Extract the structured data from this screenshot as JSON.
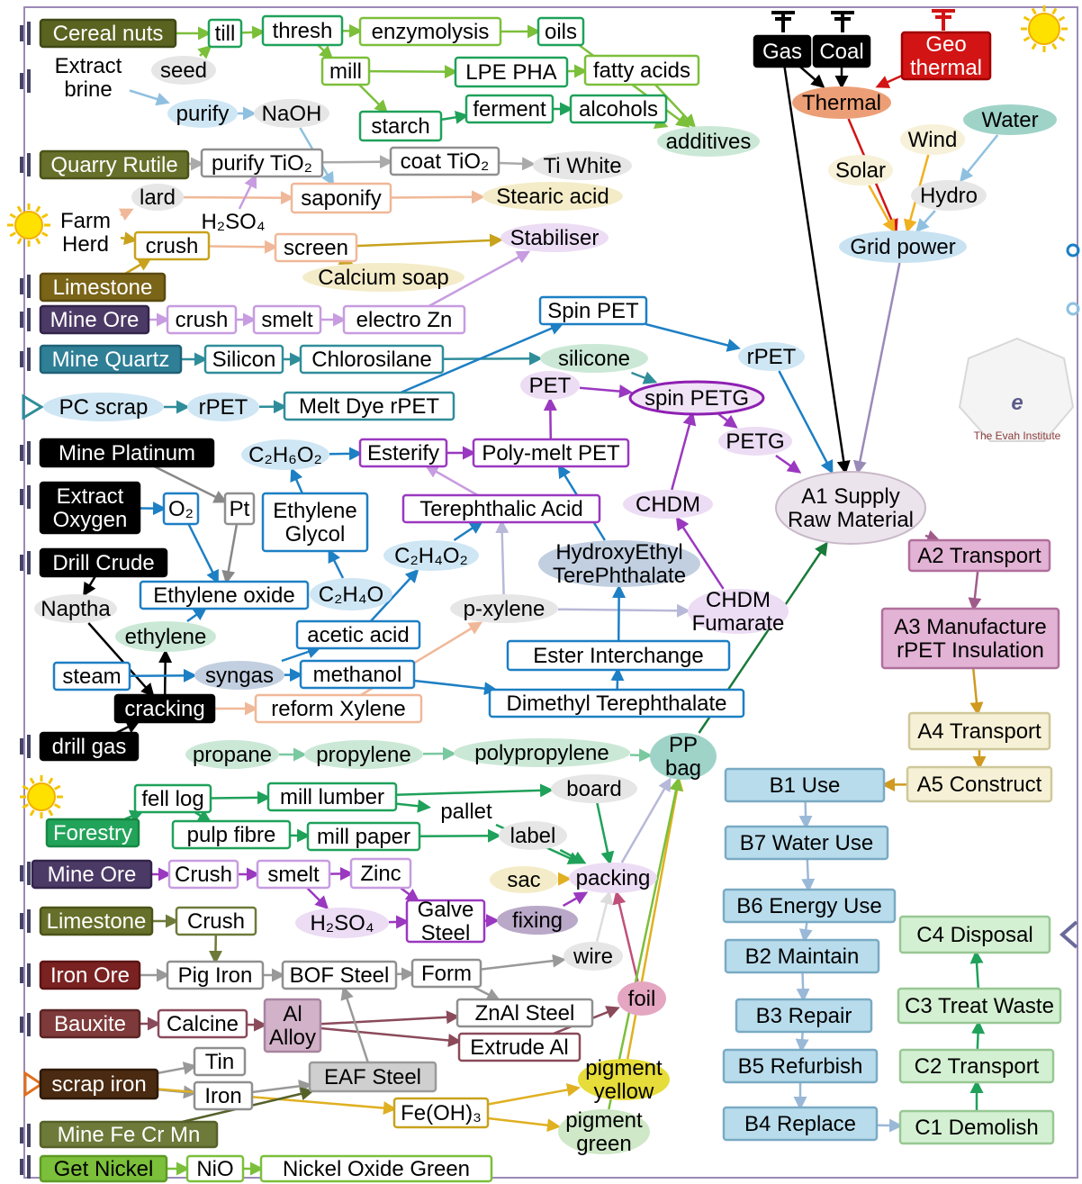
{
  "nodes": [
    {
      "id": "cereal",
      "label": "Cereal nuts",
      "style": "olive"
    },
    {
      "id": "till",
      "label": "till",
      "style": "bGreen"
    },
    {
      "id": "thresh",
      "label": "thresh",
      "style": "bGreen"
    },
    {
      "id": "enzym",
      "label": "enzymolysis",
      "style": "bLime"
    },
    {
      "id": "oils",
      "label": "oils",
      "style": "bGreen"
    },
    {
      "id": "extract_brine",
      "label": "Extract\nbrine",
      "style": "plain"
    },
    {
      "id": "seed",
      "label": "seed",
      "style": "ellGrey"
    },
    {
      "id": "mill",
      "label": "mill",
      "style": "bLime"
    },
    {
      "id": "lpepha",
      "label": "LPE PHA",
      "style": "bGreen"
    },
    {
      "id": "fatty",
      "label": "fatty acids",
      "style": "bLime"
    },
    {
      "id": "purify",
      "label": "purify",
      "style": "ellBlue"
    },
    {
      "id": "naoh",
      "label": "NaOH",
      "style": "ellGrey"
    },
    {
      "id": "starch",
      "label": "starch",
      "style": "bGreen"
    },
    {
      "id": "ferment",
      "label": "ferment",
      "style": "bGreen"
    },
    {
      "id": "alcohols",
      "label": "alcohols",
      "style": "bGreen"
    },
    {
      "id": "additives",
      "label": "additives",
      "style": "ellMint"
    },
    {
      "id": "quarry",
      "label": "Quarry Rutile",
      "style": "olive2"
    },
    {
      "id": "purifytio2",
      "label": "purify TiO₂",
      "style": "bGrey"
    },
    {
      "id": "coattio2",
      "label": "coat TiO₂",
      "style": "bGrey"
    },
    {
      "id": "tiwhite",
      "label": "Ti White",
      "style": "ellGrey"
    },
    {
      "id": "lard",
      "label": "lard",
      "style": "ellGrey"
    },
    {
      "id": "saponify",
      "label": "saponify",
      "style": "bPeach"
    },
    {
      "id": "stearic",
      "label": "Stearic acid",
      "style": "ellCream"
    },
    {
      "id": "farm",
      "label": "Farm\nHerd",
      "style": "plain"
    },
    {
      "id": "h2so4a",
      "label": "H₂SO₄",
      "style": "plain"
    },
    {
      "id": "crush1",
      "label": "crush",
      "style": "bGold"
    },
    {
      "id": "screen",
      "label": "screen",
      "style": "bPeach"
    },
    {
      "id": "stabiliser",
      "label": "Stabiliser",
      "style": "ellLav"
    },
    {
      "id": "casoap",
      "label": "Calcium soap",
      "style": "ellCream"
    },
    {
      "id": "limestone1",
      "label": "Limestone",
      "style": "brownGold"
    },
    {
      "id": "mineore1",
      "label": "Mine Ore",
      "style": "purpleDark"
    },
    {
      "id": "crush2",
      "label": "crush",
      "style": "bLav"
    },
    {
      "id": "smelt1",
      "label": "smelt",
      "style": "bLav"
    },
    {
      "id": "electrozn",
      "label": "electro Zn",
      "style": "bLav"
    },
    {
      "id": "spinpet",
      "label": "Spin PET",
      "style": "bBlue"
    },
    {
      "id": "minequartz",
      "label": "Mine Quartz",
      "style": "teal"
    },
    {
      "id": "silicon",
      "label": "Silicon",
      "style": "bTeal"
    },
    {
      "id": "chlorosilane",
      "label": "Chlorosilane",
      "style": "bTeal"
    },
    {
      "id": "silicone",
      "label": "silicone",
      "style": "ellMint"
    },
    {
      "id": "rpet_top",
      "label": "rPET",
      "style": "ellBlue"
    },
    {
      "id": "pcscrap",
      "label": "PC scrap",
      "style": "ellBlue"
    },
    {
      "id": "rpet_mid",
      "label": "rPET",
      "style": "ellBlue"
    },
    {
      "id": "meltdye",
      "label": "Melt Dye rPET",
      "style": "bTeal"
    },
    {
      "id": "pet",
      "label": "PET",
      "style": "ellLav"
    },
    {
      "id": "spinpetg",
      "label": "spin PETG",
      "style": "ellPurpleBold"
    },
    {
      "id": "petg",
      "label": "PETG",
      "style": "ellLav"
    },
    {
      "id": "mineplat",
      "label": "Mine Platinum",
      "style": "black"
    },
    {
      "id": "c2h6o2",
      "label": "C₂H₆O₂",
      "style": "ellBlue"
    },
    {
      "id": "esterify",
      "label": "Esterify",
      "style": "bPurple"
    },
    {
      "id": "polymelt",
      "label": "Poly-melt PET",
      "style": "bPurple"
    },
    {
      "id": "extract_oxy",
      "label": "Extract\nOxygen",
      "style": "black"
    },
    {
      "id": "o2",
      "label": "O₂",
      "style": "bBlue"
    },
    {
      "id": "pt",
      "label": "Pt",
      "style": "bGrey"
    },
    {
      "id": "ethglycol",
      "label": "Ethylene\nGlycol",
      "style": "bBlue"
    },
    {
      "id": "terephth",
      "label": "Terephthalic Acid",
      "style": "bPurple"
    },
    {
      "id": "chdm",
      "label": "CHDM",
      "style": "ellLav"
    },
    {
      "id": "a1",
      "label": "A1 Supply\nRaw Material",
      "style": "ellA1"
    },
    {
      "id": "drillcrude",
      "label": "Drill Crude",
      "style": "black"
    },
    {
      "id": "c2h4o2",
      "label": "C₂H₄O₂",
      "style": "ellBlue"
    },
    {
      "id": "hydroxy",
      "label": "HydroxyEthyl\nTerePhthalate",
      "style": "ellSlate"
    },
    {
      "id": "a2",
      "label": "A2 Transport",
      "style": "pink"
    },
    {
      "id": "naptha",
      "label": "Naptha",
      "style": "ellGrey"
    },
    {
      "id": "ethoxide",
      "label": "Ethylene oxide",
      "style": "bBlue"
    },
    {
      "id": "c2h4o",
      "label": "C₂H₄O",
      "style": "ellBlue"
    },
    {
      "id": "pxylene",
      "label": "p-xylene",
      "style": "ellGrey"
    },
    {
      "id": "chdmfum",
      "label": "CHDM\nFumarate",
      "style": "ellLav"
    },
    {
      "id": "a3",
      "label": "A3 Manufacture\nrPET Insulation",
      "style": "pink"
    },
    {
      "id": "ethylene",
      "label": "ethylene",
      "style": "ellMint"
    },
    {
      "id": "aceticacid",
      "label": "acetic acid",
      "style": "bBlue"
    },
    {
      "id": "esterinter",
      "label": "Ester Interchange",
      "style": "bBlue"
    },
    {
      "id": "steam",
      "label": "steam",
      "style": "bBlue"
    },
    {
      "id": "syngas",
      "label": "syngas",
      "style": "ellSlate"
    },
    {
      "id": "methanol",
      "label": "methanol",
      "style": "bBlue"
    },
    {
      "id": "dmt",
      "label": "Dimethyl Terephthalate",
      "style": "bBlue"
    },
    {
      "id": "cracking",
      "label": "cracking",
      "style": "black"
    },
    {
      "id": "reformxyl",
      "label": "reform Xylene",
      "style": "bPeach"
    },
    {
      "id": "a4",
      "label": "A4 Transport",
      "style": "cream"
    },
    {
      "id": "drillgas",
      "label": "drill gas",
      "style": "black"
    },
    {
      "id": "propane",
      "label": "propane",
      "style": "ellMint"
    },
    {
      "id": "propylene",
      "label": "propylene",
      "style": "ellMint"
    },
    {
      "id": "polyprop",
      "label": "polypropylene",
      "style": "ellMint"
    },
    {
      "id": "ppbag",
      "label": "PP\nbag",
      "style": "ellTeal"
    },
    {
      "id": "b1",
      "label": "B1 Use",
      "style": "blueBox"
    },
    {
      "id": "a5",
      "label": "A5 Construct",
      "style": "cream"
    },
    {
      "id": "felllog",
      "label": "fell log",
      "style": "bGreen"
    },
    {
      "id": "milllumber",
      "label": "mill lumber",
      "style": "bGreen"
    },
    {
      "id": "board",
      "label": "board",
      "style": "ellGrey"
    },
    {
      "id": "pallet",
      "label": "pallet",
      "style": "plain"
    },
    {
      "id": "forestry",
      "label": "Forestry",
      "style": "green"
    },
    {
      "id": "pulpfibre",
      "label": "pulp fibre",
      "style": "bGreen"
    },
    {
      "id": "millpaper",
      "label": "mill paper",
      "style": "bGreen"
    },
    {
      "id": "label",
      "label": "label",
      "style": "ellGrey"
    },
    {
      "id": "b7",
      "label": "B7 Water Use",
      "style": "blueBox"
    },
    {
      "id": "mineore2",
      "label": "Mine Ore",
      "style": "purpleDark"
    },
    {
      "id": "crush3",
      "label": "Crush",
      "style": "bLav"
    },
    {
      "id": "smelt2",
      "label": "smelt",
      "style": "bLav"
    },
    {
      "id": "zinc",
      "label": "Zinc",
      "style": "bLav"
    },
    {
      "id": "sac",
      "label": "sac",
      "style": "ellCream"
    },
    {
      "id": "packing",
      "label": "packing",
      "style": "ellLav"
    },
    {
      "id": "b6",
      "label": "B6 Energy Use",
      "style": "blueBox"
    },
    {
      "id": "limestone2",
      "label": "Limestone",
      "style": "olive2"
    },
    {
      "id": "crush4",
      "label": "Crush",
      "style": "bOlive"
    },
    {
      "id": "h2so4b",
      "label": "H₂SO₄",
      "style": "ellLav"
    },
    {
      "id": "galve",
      "label": "Galve\nSteel",
      "style": "bPurple"
    },
    {
      "id": "fixing",
      "label": "fixing",
      "style": "ellPurpleGrey"
    },
    {
      "id": "c4",
      "label": "C4 Disposal",
      "style": "greenBox"
    },
    {
      "id": "b2",
      "label": "B2 Maintain",
      "style": "blueBox"
    },
    {
      "id": "wire",
      "label": "wire",
      "style": "ellGrey"
    },
    {
      "id": "ironore",
      "label": "Iron Ore",
      "style": "maroon"
    },
    {
      "id": "pigiron",
      "label": "Pig Iron",
      "style": "bGrey"
    },
    {
      "id": "bofsteel",
      "label": "BOF Steel",
      "style": "bGrey"
    },
    {
      "id": "form",
      "label": "Form",
      "style": "bGrey"
    },
    {
      "id": "foil",
      "label": "foil",
      "style": "ellPink"
    },
    {
      "id": "c3",
      "label": "C3 Treat Waste",
      "style": "greenBox"
    },
    {
      "id": "bauxite",
      "label": "Bauxite",
      "style": "maroon2"
    },
    {
      "id": "calcine",
      "label": "Calcine",
      "style": "bMaroon"
    },
    {
      "id": "alalloy",
      "label": "Al\nAlloy",
      "style": "mauve"
    },
    {
      "id": "znal",
      "label": "ZnAl Steel",
      "style": "bGrey"
    },
    {
      "id": "b3",
      "label": "B3 Repair",
      "style": "blueBox"
    },
    {
      "id": "tin",
      "label": "Tin",
      "style": "bGrey"
    },
    {
      "id": "extrudeal",
      "label": "Extrude Al",
      "style": "bMaroon"
    },
    {
      "id": "scrapiron",
      "label": "scrap iron",
      "style": "darkBrown"
    },
    {
      "id": "eafsteel",
      "label": "EAF Steel",
      "style": "greyFill"
    },
    {
      "id": "iron",
      "label": "Iron",
      "style": "bGrey"
    },
    {
      "id": "pigyellow",
      "label": "pigment\nyellow",
      "style": "ellYellow"
    },
    {
      "id": "b5",
      "label": "B5 Refurbish",
      "style": "blueBox"
    },
    {
      "id": "c2",
      "label": "C2 Transport",
      "style": "greenBox"
    },
    {
      "id": "feoh3",
      "label": "Fe(OH)₃",
      "style": "bGold"
    },
    {
      "id": "piggreen",
      "label": "pigment\ngreen",
      "style": "ellLightGreen"
    },
    {
      "id": "minefecrmn",
      "label": "Mine Fe Cr Mn",
      "style": "olive3"
    },
    {
      "id": "b4",
      "label": "B4 Replace",
      "style": "blueBox"
    },
    {
      "id": "c1",
      "label": "C1 Demolish",
      "style": "greenBox"
    },
    {
      "id": "getnickel",
      "label": "Get Nickel",
      "style": "lime"
    },
    {
      "id": "nio",
      "label": "NiO",
      "style": "bLime"
    },
    {
      "id": "nog",
      "label": "Nickel Oxide Green",
      "style": "bLime"
    },
    {
      "id": "gas",
      "label": "Gas",
      "style": "black"
    },
    {
      "id": "coal",
      "label": "Coal",
      "style": "black"
    },
    {
      "id": "geo",
      "label": "Geo\nthermal",
      "style": "red"
    },
    {
      "id": "thermal",
      "label": "Thermal",
      "style": "ellOrange"
    },
    {
      "id": "water",
      "label": "Water",
      "style": "ellTeal"
    },
    {
      "id": "wind",
      "label": "Wind",
      "style": "ellCream2"
    },
    {
      "id": "solar",
      "label": "Solar",
      "style": "ellCream2"
    },
    {
      "id": "hydro",
      "label": "Hydro",
      "style": "ellGrey"
    },
    {
      "id": "grid",
      "label": "Grid power",
      "style": "ellBlue2"
    }
  ],
  "logo": {
    "text": "The Evah Institute",
    "mark": "e"
  }
}
